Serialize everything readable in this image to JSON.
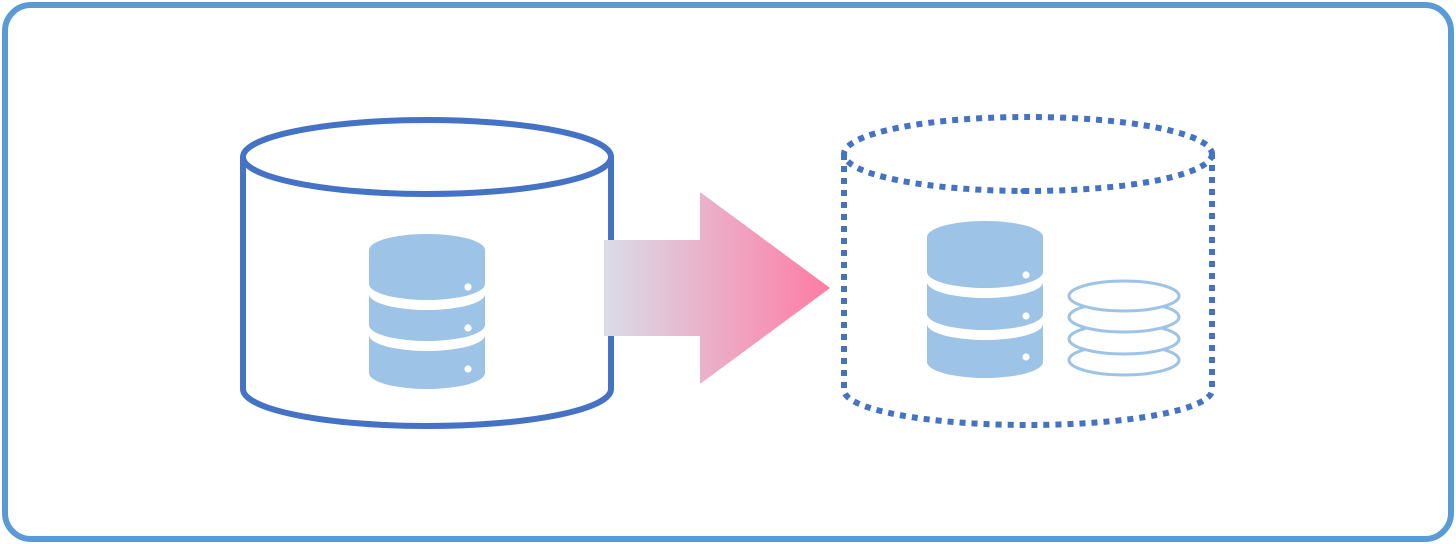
{
  "colors": {
    "frame_border": "#5B9BD5",
    "cylinder_stroke": "#4472C4",
    "db_icon_fill": "#9DC3E6",
    "disk_stack_stroke": "#9DC3E6",
    "arrow_gradient_start": "#D9DDE8",
    "arrow_gradient_end": "#FF7BA4",
    "background": "#FFFFFF"
  },
  "icons": {
    "source": "solid-cylinder-container",
    "source_content": "database-icon",
    "arrow": "migration-arrow",
    "target": "dotted-cylinder-container",
    "target_content": "database-icon",
    "target_extra": "disk-stack-icon"
  }
}
